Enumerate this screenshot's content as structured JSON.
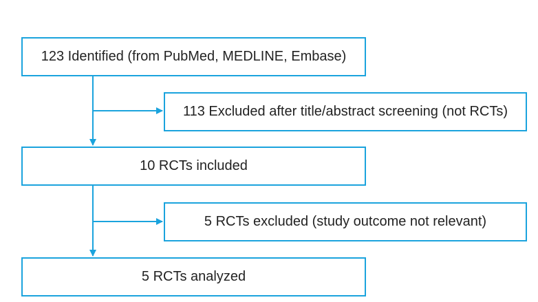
{
  "flowchart": {
    "boxes": {
      "identified": "123 Identified (from PubMed, MEDLINE, Embase)",
      "excluded_screening": "113 Excluded after title/abstract screening (not RCTs)",
      "included": "10 RCTs included",
      "excluded_outcome": "5 RCTs excluded (study outcome not relevant)",
      "analyzed": "5 RCTs analyzed"
    },
    "colors": {
      "line": "#1aa3dd",
      "text": "#222222",
      "background": "#ffffff"
    }
  }
}
